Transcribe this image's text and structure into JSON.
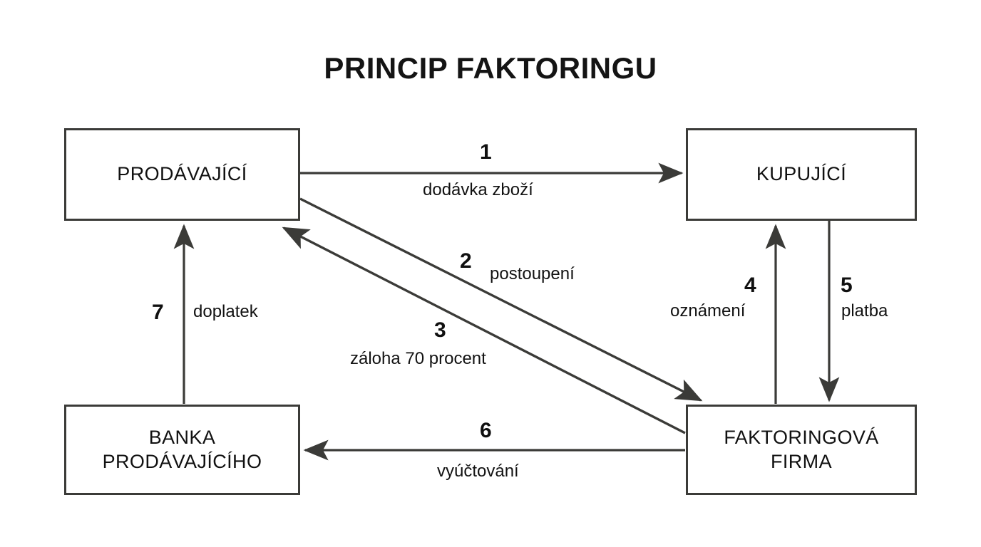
{
  "title": "PRINCIP FAKTORINGU",
  "theme": {
    "background": "#ffffff",
    "stroke": "#3b3b38",
    "text": "#111111"
  },
  "nodes": [
    {
      "id": "seller",
      "label": "PRODÁVAJÍCÍ"
    },
    {
      "id": "buyer",
      "label": "KUPUJÍCÍ"
    },
    {
      "id": "bank",
      "label": "BANKA\nPRODÁVAJÍCÍHO"
    },
    {
      "id": "factoring",
      "label": "FAKTORINGOVÁ\nFIRMA"
    }
  ],
  "flows": [
    {
      "number": "1",
      "label": "dodávka zboží",
      "from": "PRODÁVAJÍCÍ",
      "to": "KUPUJÍCÍ"
    },
    {
      "number": "2",
      "label": "postoupení",
      "from": "PRODÁVAJÍCÍ",
      "to": "FAKTORINGOVÁ FIRMA"
    },
    {
      "number": "3",
      "label": "záloha 70 procent",
      "from": "FAKTORINGOVÁ FIRMA",
      "to": "PRODÁVAJÍCÍ"
    },
    {
      "number": "4",
      "label": "oznámení",
      "from": "FAKTORINGOVÁ FIRMA",
      "to": "KUPUJÍCÍ"
    },
    {
      "number": "5",
      "label": "platba",
      "from": "KUPUJÍCÍ",
      "to": "FAKTORINGOVÁ FIRMA"
    },
    {
      "number": "6",
      "label": "vyúčtování",
      "from": "FAKTORINGOVÁ FIRMA",
      "to": "BANKA PRODÁVAJÍCÍHO"
    },
    {
      "number": "7",
      "label": "doplatek",
      "from": "BANKA PRODÁVAJÍCÍHO",
      "to": "PRODÁVAJÍCÍ"
    }
  ],
  "chart_data": {
    "type": "diagram",
    "title": "PRINCIP FAKTORINGU",
    "nodes": [
      "PRODÁVAJÍCÍ",
      "KUPUJÍCÍ",
      "BANKA PRODÁVAJÍCÍHO",
      "FAKTORINGOVÁ FIRMA"
    ],
    "edges": [
      {
        "step": 1,
        "source": "PRODÁVAJÍCÍ",
        "target": "KUPUJÍCÍ",
        "label": "dodávka zboží"
      },
      {
        "step": 2,
        "source": "PRODÁVAJÍCÍ",
        "target": "FAKTORINGOVÁ FIRMA",
        "label": "postoupení"
      },
      {
        "step": 3,
        "source": "FAKTORINGOVÁ FIRMA",
        "target": "PRODÁVAJÍCÍ",
        "label": "záloha 70 procent"
      },
      {
        "step": 4,
        "source": "FAKTORINGOVÁ FIRMA",
        "target": "KUPUJÍCÍ",
        "label": "oznámení"
      },
      {
        "step": 5,
        "source": "KUPUJÍCÍ",
        "target": "FAKTORINGOVÁ FIRMA",
        "label": "platba"
      },
      {
        "step": 6,
        "source": "FAKTORINGOVÁ FIRMA",
        "target": "BANKA PRODÁVAJÍCÍHO",
        "label": "vyúčtování"
      },
      {
        "step": 7,
        "source": "BANKA PRODÁVAJÍCÍHO",
        "target": "PRODÁVAJÍCÍ",
        "label": "doplatek"
      }
    ]
  }
}
